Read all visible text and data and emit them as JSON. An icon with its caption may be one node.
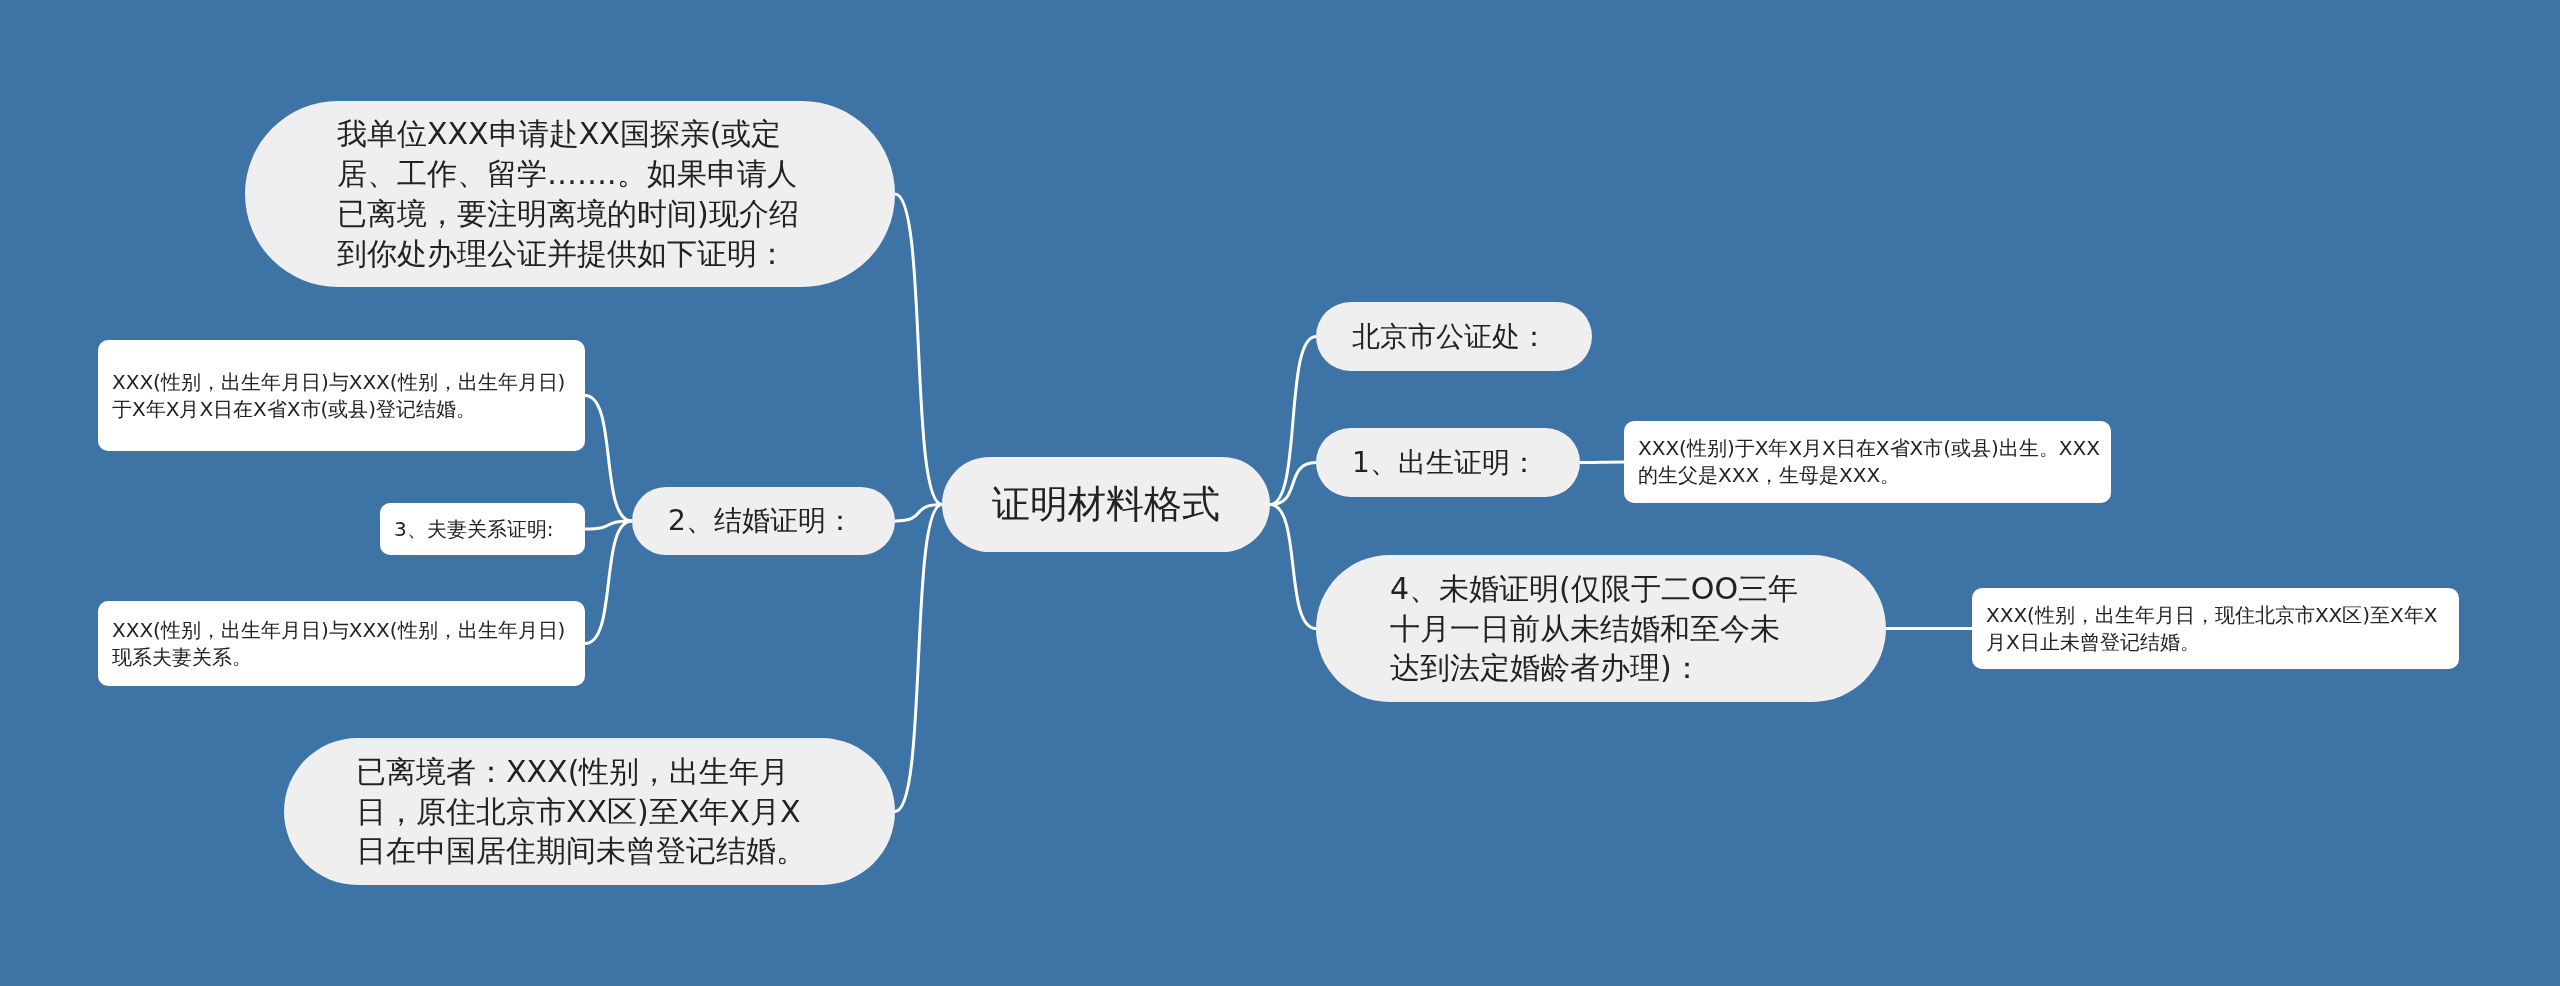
{
  "diagram": {
    "nodes": [
      {
        "text": [
          "证明材料格式"
        ]
      },
      {
        "text": [
          "我单位XXX申请赴XX国探亲(或定居、工作、留学…….。如果申请人已离境，要注明离境的时间)现介绍到你处办理公证并提供如下证明："
        ]
      },
      {
        "text": [
          "2、结婚证明："
        ]
      },
      {
        "text": [
          "XXX(性别，出生年月日)与XXX(性别，出生年月日)于X年X月X日在X省X市(或县)登记结婚。"
        ]
      },
      {
        "text": [
          "3、夫妻关系证明:"
        ]
      },
      {
        "text": [
          "XXX(性别，出生年月日)与XXX(性别，出生年月日)现系夫妻关系。"
        ]
      },
      {
        "text": [
          "已离境者：XXX(性别，出生年月日，原住北京市XX区)至X年X月X日在中国居住期间未曾登记结婚。"
        ]
      },
      {
        "text": [
          "北京市公证处："
        ]
      },
      {
        "text": [
          "1、出生证明："
        ]
      },
      {
        "text": [
          "XXX(性别)于X年X月X日在X省X市(或县)出生。XXX的生父是XXX，生母是XXX。"
        ]
      },
      {
        "text": [
          "4、未婚证明(仅限于二OO三年十月一日前从未结婚和至今未达到法定婚龄者办理)："
        ]
      },
      {
        "text": [
          "XXX(性别，出生年月日，现住北京市XX区)至X年X月X日止未曾登记结婚。"
        ]
      }
    ],
    "edges": [
      {
        "from": 0,
        "to": 1,
        "arrow": "none"
      },
      {
        "from": 0,
        "to": 2,
        "arrow": "none"
      },
      {
        "from": 2,
        "to": 3,
        "arrow": "none"
      },
      {
        "from": 2,
        "to": 4,
        "arrow": "none"
      },
      {
        "from": 2,
        "to": 5,
        "arrow": "none"
      },
      {
        "from": 0,
        "to": 6,
        "arrow": "none"
      },
      {
        "from": 0,
        "to": 7,
        "arrow": "none"
      },
      {
        "from": 0,
        "to": 8,
        "arrow": "none"
      },
      {
        "from": 8,
        "to": 9,
        "arrow": "none"
      },
      {
        "from": 0,
        "to": 10,
        "arrow": "none"
      },
      {
        "from": 10,
        "to": 11,
        "arrow": "none"
      }
    ]
  }
}
